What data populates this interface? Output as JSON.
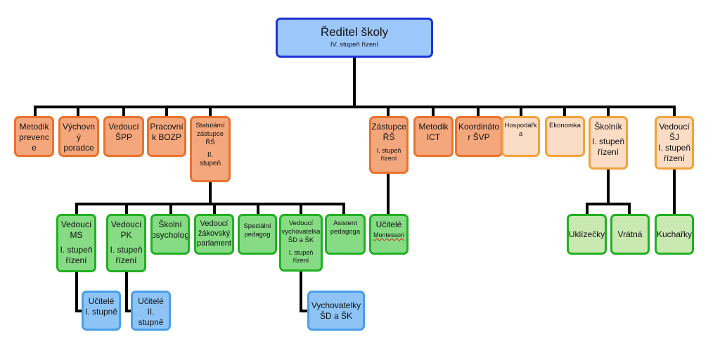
{
  "root": {
    "title": "Ředitel školy",
    "subtitle": "IV. stupeň řízení"
  },
  "level1": [
    {
      "title": "Metodik\nprevenc\ne"
    },
    {
      "title": "Výchovn\ný\nporadce"
    },
    {
      "title": "Vedoucí\nŠPP"
    },
    {
      "title": "Pracovní\nk BOZP"
    },
    {
      "title": "Statutární\nzástupce\nŘŠ",
      "subtitle": "II.\nstupeň"
    },
    {
      "title": "Zástupce\nŘŠ",
      "subtitle": "I. stupeň\nřízení"
    },
    {
      "title": "Metodik\nICT"
    },
    {
      "title": "Koordináto\nr ŠVP"
    },
    {
      "title": "Hospodářk\na"
    },
    {
      "title": "Ekonomka"
    },
    {
      "title": "Školník",
      "subtitle": "I. stupeň\nřízení"
    },
    {
      "title": "Vedoucí\nŠJ",
      "subtitle": "I. stupeň\nřízení"
    }
  ],
  "level2": [
    {
      "title": "Vedoucí\nMS",
      "subtitle": "I. stupeň\nřízení"
    },
    {
      "title": "Vedoucí\nPK",
      "subtitle": "I. stupeň\nřízení"
    },
    {
      "title": "Školní\npsycholog"
    },
    {
      "title": "Vedoucí\nžákovský\nparlament"
    },
    {
      "title": "Speciální\npedagog"
    },
    {
      "title": "Vedoucí\nvychovatelka\nŠD a ŠK",
      "subtitle": "I. stupeň\nřízení"
    },
    {
      "title": "Asistent\npedagoga"
    },
    {
      "title": "Učitelé",
      "subtitle": "Montessori"
    },
    {
      "title": "Uklízečky"
    },
    {
      "title": "Vrátná"
    },
    {
      "title": "Kuchařky"
    }
  ],
  "level3": [
    {
      "title": "Učitelé\nI. stupně"
    },
    {
      "title": "Učitelé\nII.\nstupně"
    },
    {
      "title": "Vychovatelky\nŠD a ŠK"
    }
  ]
}
